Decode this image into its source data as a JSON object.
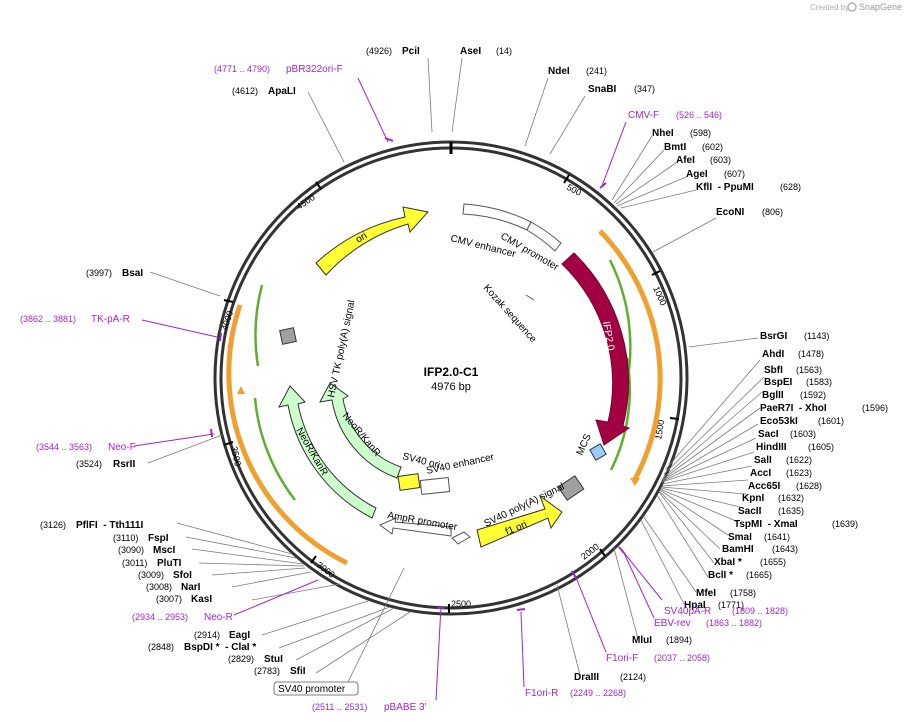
{
  "plasmid": {
    "name": "IFP2.0-C1",
    "length": "4976 bp"
  },
  "branding": {
    "created_by": "Created by",
    "product": "SnapGene"
  },
  "colors": {
    "backbone": "#333333",
    "enzyme_label": "#000000",
    "primer": "#9c27c9",
    "feature_yellow": "#ffff33",
    "feature_green": "#ccffcc",
    "feature_white": "#ffffff",
    "feature_ifp": "#a10043",
    "mcs": "#99ccff",
    "polyA": "#a0a0a0",
    "orf": "#f0a030",
    "orf_inner": "#5fae2e",
    "tick_line": "#7a7a7a"
  },
  "ticks": [
    "500",
    "1000",
    "1500",
    "2000",
    "2500",
    "3000",
    "3500",
    "4000",
    "4500"
  ],
  "features": [
    {
      "label": "CMV enhancer",
      "color": "white"
    },
    {
      "label": "CMV promoter",
      "color": "white"
    },
    {
      "label": "Kozak sequence",
      "color": "none"
    },
    {
      "label": "IFP2.0",
      "color": "ifp"
    },
    {
      "label": "MCS",
      "color": "mcs"
    },
    {
      "label": "SV40 poly(A) signal",
      "color": "polyA"
    },
    {
      "label": "f1 ori",
      "color": "yellow"
    },
    {
      "label": "AmpR promoter",
      "color": "white"
    },
    {
      "label": "SV40 ori",
      "color": "yellow"
    },
    {
      "label": "SV40 enhancer",
      "color": "white"
    },
    {
      "label": "NeoR/KanR",
      "color": "green"
    },
    {
      "label": "NeoR/KanR",
      "color": "green"
    },
    {
      "label": "HSV TK poly(A) signal",
      "color": "polyA"
    },
    {
      "label": "ori",
      "color": "yellow"
    }
  ],
  "enzymes": [
    {
      "name": "PciI",
      "pos": "(4926)"
    },
    {
      "name": "AseI",
      "pos": "(14)"
    },
    {
      "name": "NdeI",
      "pos": "(241)"
    },
    {
      "name": "SnaBI",
      "pos": "(347)"
    },
    {
      "name": "NheI",
      "pos": "(598)"
    },
    {
      "name": "BmtI",
      "pos": "(602)"
    },
    {
      "name": "AfeI",
      "pos": "(603)"
    },
    {
      "name": "AgeI",
      "pos": "(607)"
    },
    {
      "name": "KflI  - PpuMI",
      "pos": "(628)"
    },
    {
      "name": "EcoNI",
      "pos": "(806)"
    },
    {
      "name": "BsrGI",
      "pos": "(1143)"
    },
    {
      "name": "AhdI",
      "pos": "(1478)"
    },
    {
      "name": "SbfI",
      "pos": "(1563)"
    },
    {
      "name": "BspEI",
      "pos": "(1583)"
    },
    {
      "name": "BglII",
      "pos": "(1592)"
    },
    {
      "name": "PaeR7I  - XhoI",
      "pos": "(1596)"
    },
    {
      "name": "Eco53kI",
      "pos": "(1601)"
    },
    {
      "name": "SacI",
      "pos": "(1603)"
    },
    {
      "name": "HindIII",
      "pos": "(1605)"
    },
    {
      "name": "SalI",
      "pos": "(1622)"
    },
    {
      "name": "AccI",
      "pos": "(1623)"
    },
    {
      "name": "Acc65I",
      "pos": "(1628)"
    },
    {
      "name": "KpnI",
      "pos": "(1632)"
    },
    {
      "name": "SacII",
      "pos": "(1635)"
    },
    {
      "name": "TspMI  - XmaI",
      "pos": "(1639)"
    },
    {
      "name": "SmaI",
      "pos": "(1641)"
    },
    {
      "name": "BamHI",
      "pos": "(1643)"
    },
    {
      "name": "XbaI *",
      "pos": "(1655)"
    },
    {
      "name": "BclI *",
      "pos": "(1665)"
    },
    {
      "name": "MfeI",
      "pos": "(1758)"
    },
    {
      "name": "HpaI",
      "pos": "(1771)"
    },
    {
      "name": "MluI",
      "pos": "(1894)"
    },
    {
      "name": "DraIII",
      "pos": "(2124)"
    },
    {
      "name": "SfiI",
      "pos": "(2783)"
    },
    {
      "name": "StuI",
      "pos": "(2829)"
    },
    {
      "name": "BspDI *  - ClaI *",
      "pos": "(2848)"
    },
    {
      "name": "EagI",
      "pos": "(2914)"
    },
    {
      "name": "KasI",
      "pos": "(3007)"
    },
    {
      "name": "NarI",
      "pos": "(3008)"
    },
    {
      "name": "SfoI",
      "pos": "(3009)"
    },
    {
      "name": "PluTI",
      "pos": "(3011)"
    },
    {
      "name": "MscI",
      "pos": "(3090)"
    },
    {
      "name": "FspI",
      "pos": "(3110)"
    },
    {
      "name": "PflFI  - Tth111I",
      "pos": "(3126)"
    },
    {
      "name": "RsrII",
      "pos": "(3524)"
    },
    {
      "name": "BsaI",
      "pos": "(3997)"
    },
    {
      "name": "ApaLI",
      "pos": "(4612)"
    }
  ],
  "primers": [
    {
      "name": "pBR322ori-F",
      "range": "(4771 .. 4790)"
    },
    {
      "name": "CMV-F",
      "range": "(526 .. 546)"
    },
    {
      "name": "TK-pA-R",
      "range": "(3862 .. 3881)"
    },
    {
      "name": "Neo-F",
      "range": "(3544 .. 3563)"
    },
    {
      "name": "Neo-R",
      "range": "(2934 .. 2953)"
    },
    {
      "name": "SV40pA-R",
      "range": "(1809 .. 1828)"
    },
    {
      "name": "EBV-rev",
      "range": "(1863 .. 1882)"
    },
    {
      "name": "F1ori-F",
      "range": "(2037 .. 2058)"
    },
    {
      "name": "F1ori-R",
      "range": "(2249 .. 2268)"
    },
    {
      "name": "pBABE 3'",
      "range": "(2511 .. 2531)"
    }
  ],
  "boxed_label": "SV40 promoter"
}
